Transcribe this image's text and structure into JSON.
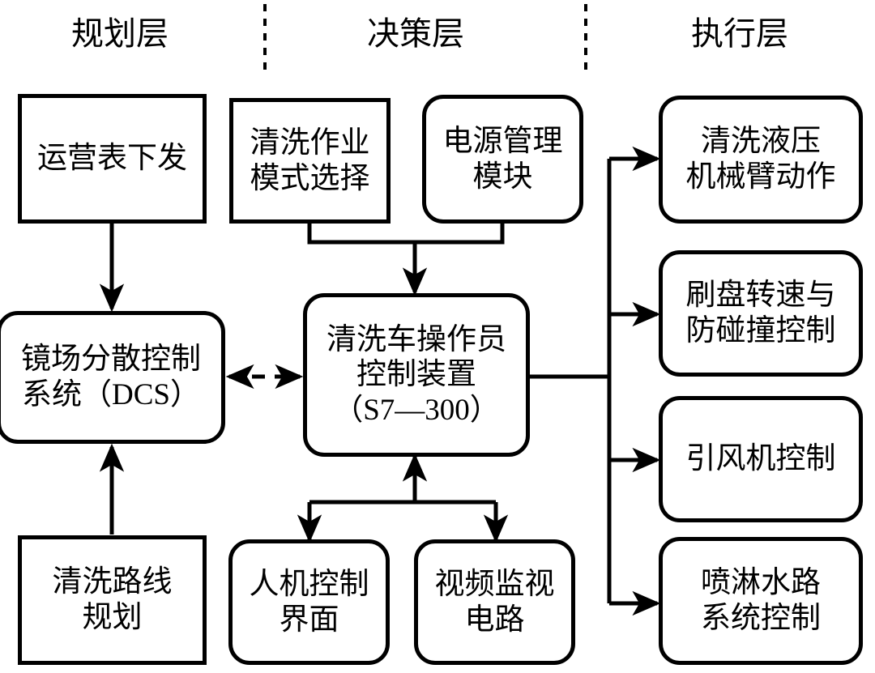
{
  "diagram": {
    "title_row": [
      {
        "id": "planning",
        "label": "规划层"
      },
      {
        "id": "decision",
        "label": "决策层"
      },
      {
        "id": "execution",
        "label": "执行层"
      }
    ],
    "nodes": [
      {
        "id": "schedule-dispatch",
        "label": "运营表下发",
        "shape": "sharp",
        "layer": "planning"
      },
      {
        "id": "dcs",
        "label": "镜场分散控制\n系统（DCS）",
        "shape": "rounded",
        "layer": "planning"
      },
      {
        "id": "route-planning",
        "label": "清洗路线\n规划",
        "shape": "sharp",
        "layer": "planning"
      },
      {
        "id": "wash-mode-select",
        "label": "清洗作业\n模式选择",
        "shape": "sharp",
        "layer": "decision"
      },
      {
        "id": "power-management",
        "label": "电源管理\n模块",
        "shape": "rounded",
        "layer": "decision"
      },
      {
        "id": "operator-controller",
        "label": "清洗车操作员\n控制装置\n（S7—300）",
        "shape": "rounded",
        "layer": "decision"
      },
      {
        "id": "hmi",
        "label": "人机控制\n界面",
        "shape": "rounded",
        "layer": "decision"
      },
      {
        "id": "video-monitor",
        "label": "视频监视\n电路",
        "shape": "rounded",
        "layer": "decision"
      },
      {
        "id": "hydraulic-arm",
        "label": "清洗液压\n机械臂动作",
        "shape": "rounded",
        "layer": "execution"
      },
      {
        "id": "brush-speed",
        "label": "刷盘转速与\n防碰撞控制",
        "shape": "rounded",
        "layer": "execution"
      },
      {
        "id": "fan-control",
        "label": "引风机控制",
        "shape": "rounded",
        "layer": "execution"
      },
      {
        "id": "spray-water",
        "label": "喷淋水路\n系统控制",
        "shape": "rounded",
        "layer": "execution"
      }
    ],
    "colors": {
      "stroke": "#000000",
      "background": "#ffffff"
    }
  }
}
